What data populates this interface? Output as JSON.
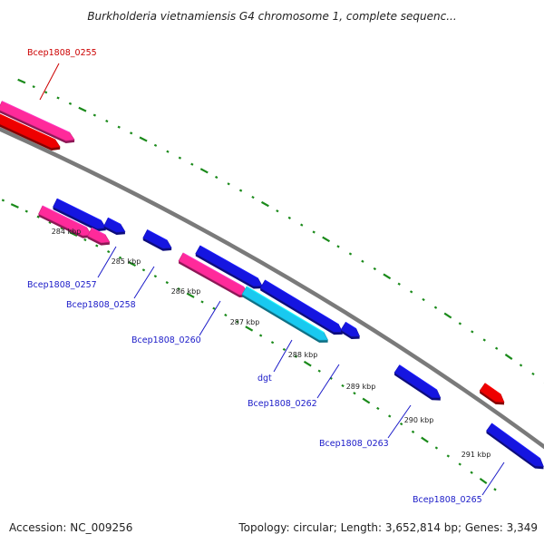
{
  "title": "Burkholderia vietnamiensis G4 chromosome 1, complete sequenc...",
  "footer": {
    "accession": "Accession: NC_009256",
    "summary": "Topology: circular; Length: 3,652,814 bp; Genes: 3,349"
  },
  "colors": {
    "backbone": "#7a7a7a",
    "tick_major": "#1a8a1a",
    "tick_minor": "#1a8a1a",
    "gene_blue": "#1515e0",
    "gene_pink": "#ff2a9a",
    "gene_red": "#ee0000",
    "gene_cyan": "#19c9f0",
    "label_blue": "#1a1ac8",
    "label_red": "#cc0000"
  },
  "position_labels": [
    "284 kbp",
    "285 kbp",
    "286 kbp",
    "287 kbp",
    "288 kbp",
    "289 kbp",
    "290 kbp",
    "291 kbp"
  ],
  "gene_labels": [
    {
      "text": "Bcep1808_0255",
      "color": "red"
    },
    {
      "text": "Bcep1808_0257",
      "color": "blue"
    },
    {
      "text": "Bcep1808_0258",
      "color": "blue"
    },
    {
      "text": "Bcep1808_0260",
      "color": "blue"
    },
    {
      "text": "dgt",
      "color": "blue"
    },
    {
      "text": "Bcep1808_0262",
      "color": "blue"
    },
    {
      "text": "Bcep1808_0263",
      "color": "blue"
    },
    {
      "text": "Bcep1808_0265",
      "color": "blue"
    }
  ]
}
